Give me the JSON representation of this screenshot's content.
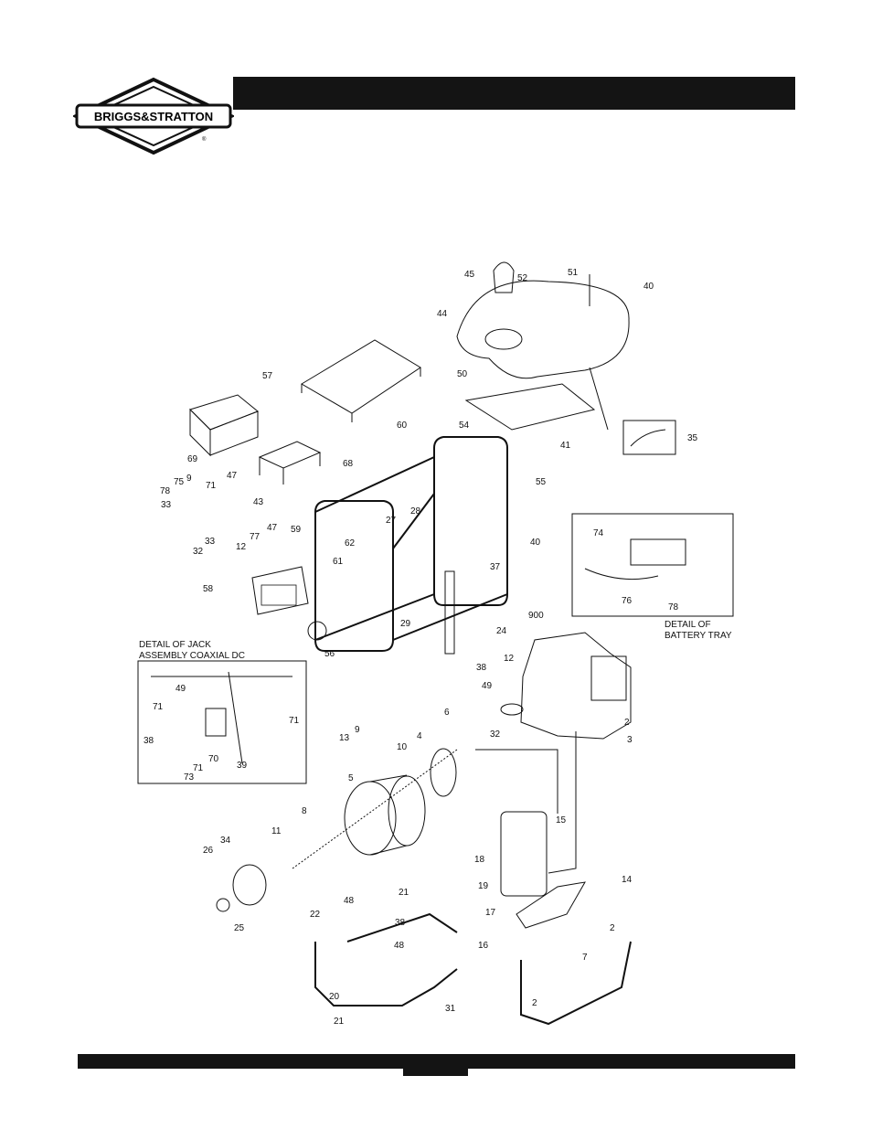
{
  "logo": {
    "brand_text": "BRIGGS & STRATTON"
  },
  "detail_boxes": {
    "jack": {
      "title_line1": "DETAIL OF JACK",
      "title_line2": "ASSEMBLY COAXIAL DC"
    },
    "battery": {
      "title_line1": "DETAIL OF",
      "title_line2": "BATTERY TRAY"
    }
  },
  "callouts": [
    "2",
    "3",
    "4",
    "5",
    "6",
    "7",
    "8",
    "9",
    "10",
    "11",
    "12",
    "13",
    "14",
    "15",
    "16",
    "17",
    "18",
    "19",
    "20",
    "21",
    "22",
    "24",
    "25",
    "26",
    "27",
    "28",
    "29",
    "31",
    "32",
    "33",
    "34",
    "35",
    "37",
    "38",
    "39",
    "40",
    "41",
    "43",
    "44",
    "45",
    "47",
    "48",
    "49",
    "50",
    "51",
    "52",
    "54",
    "55",
    "56",
    "57",
    "58",
    "59",
    "60",
    "61",
    "62",
    "68",
    "69",
    "70",
    "71",
    "73",
    "74",
    "75",
    "76",
    "77",
    "78",
    "900"
  ]
}
